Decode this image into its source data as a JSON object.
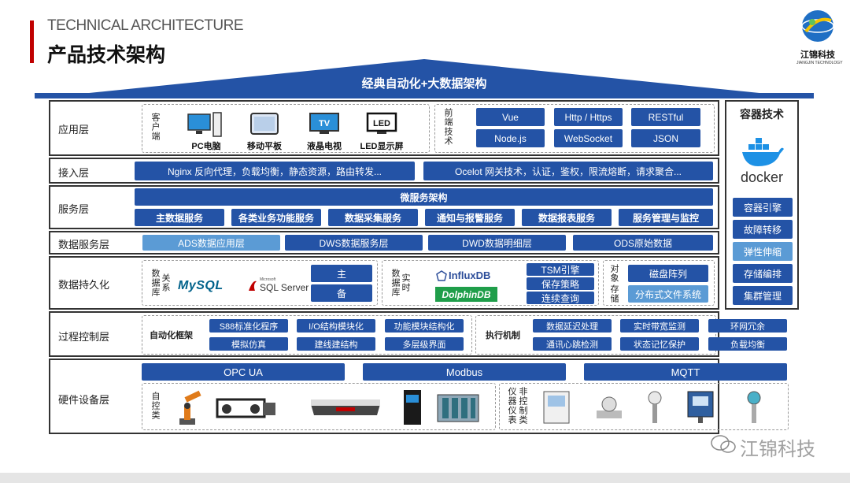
{
  "header": {
    "subtitle": "TECHNICAL ARCHITECTURE",
    "title": "产品技术架构",
    "logo_name": "江锦科技",
    "logo_sub": "JIANGJIN TECHNOLOGY"
  },
  "roof_title": "经典自动化+大数据架构",
  "app_layer": {
    "label": "应用层",
    "client_label": "客户端",
    "devices": [
      "PC电脑",
      "移动平板",
      "液晶电视",
      "LED显示屏"
    ],
    "frontend_label": "前端技术",
    "tech": [
      "Vue",
      "Http / Https",
      "RESTful",
      "Node.js",
      "WebSocket",
      "JSON"
    ]
  },
  "access_layer": {
    "label": "接入层",
    "items": [
      "Nginx  反向代理，负载均衡，静态资源，路由转发...",
      "Ocelot  网关技术，认证，鉴权，限流熔断，请求聚合..."
    ]
  },
  "service_layer": {
    "label": "服务层",
    "header": "微服务架构",
    "items": [
      "主数据服务",
      "各类业务功能服务",
      "数据采集服务",
      "通知与报警服务",
      "数据报表服务",
      "服务管理与监控"
    ]
  },
  "data_service_layer": {
    "label": "数据服务层",
    "items": [
      "ADS数据应用层",
      "DWS数据服务层",
      "DWD数据明细层",
      "ODS原始数据"
    ]
  },
  "persistence_layer": {
    "label": "数据持久化",
    "rel_label_a": "数据库",
    "rel_label_b": "关系",
    "rel_logos": [
      "MySQL",
      "SQL Server"
    ],
    "rel_logo_note": "Microsoft",
    "rel_items": [
      "主",
      "备"
    ],
    "ts_label_a": "数据库",
    "ts_label_b": "实时",
    "ts_logos": [
      "InfluxDB",
      "DolphinDB"
    ],
    "ts_items": [
      "TSM引擎",
      "保存策略",
      "连续查询"
    ],
    "obj_label_a": "对象",
    "obj_label_b": "存储",
    "obj_items": [
      "磁盘阵列",
      "分布式文件系统"
    ]
  },
  "process_layer": {
    "label": "过程控制层",
    "framework_label": "自动化框架",
    "framework_items": [
      "S88标准化程序",
      "I/O结构模块化",
      "功能模块结构化",
      "模拟仿真",
      "建线建结构",
      "多层级界面"
    ],
    "exec_label": "执行机制",
    "exec_items": [
      "数据延迟处理",
      "实时带宽监测",
      "环网冗余",
      "通讯心跳检测",
      "状态记忆保护",
      "负载均衡"
    ]
  },
  "hardware_layer": {
    "label": "硬件设备层",
    "protocols": [
      "OPC UA",
      "Modbus",
      "MQTT"
    ],
    "auto_label": "自控类",
    "instr_label_a": "仪器仪表",
    "instr_label_b": "非控制类"
  },
  "container": {
    "title": "容器技术",
    "logo_text": "docker",
    "items": [
      "容器引擎",
      "故障转移",
      "弹性伸缩",
      "存储编排",
      "集群管理"
    ]
  },
  "watermark": "江锦科技",
  "colors": {
    "primary": "#2453a6",
    "light": "#5b9bd5",
    "accent_red": "#c00000"
  }
}
